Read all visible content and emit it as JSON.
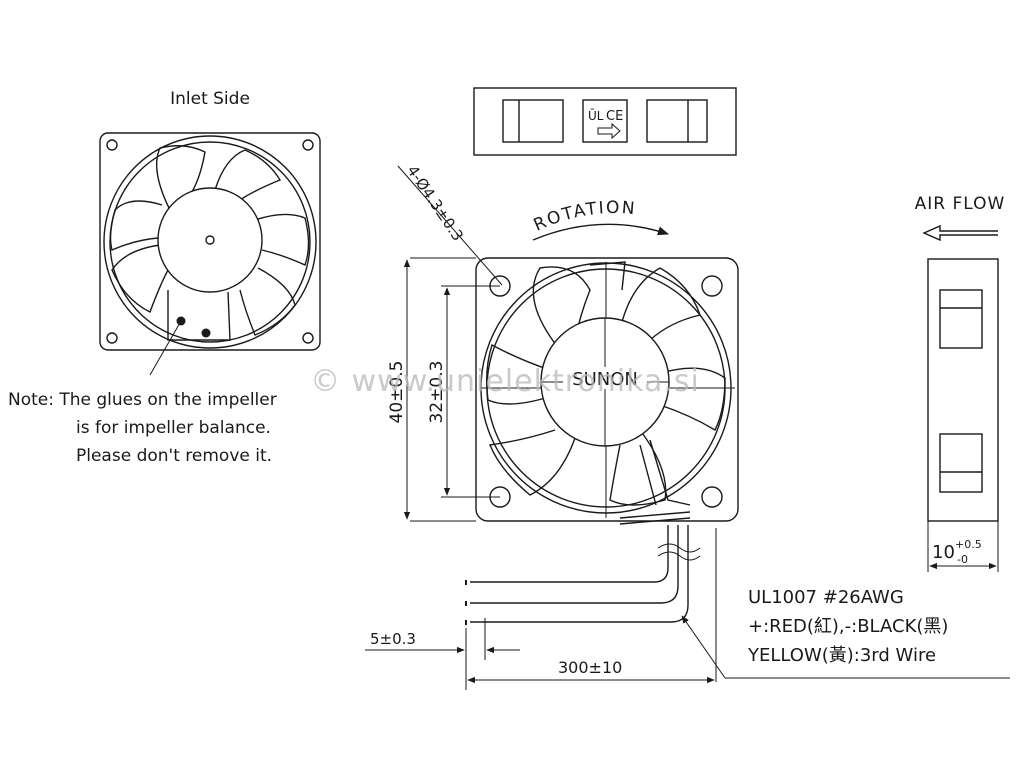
{
  "inlet_label": "Inlet Side",
  "note": {
    "line1": "Note: The glues on the impeller",
    "line2": "is for impeller balance.",
    "line3": "Please don't remove it."
  },
  "rotation_label": "ROTATION",
  "hole_spec": "4-Ø4.3±0.3",
  "brand_label": "SUNON",
  "dim_height": "40±0.5",
  "dim_holes": "32±0.3",
  "airflow_label": "AIR FLOW",
  "dim_thickness_base": "10",
  "dim_thickness_tol_upper": "+0.5",
  "dim_thickness_tol_lower": "-0",
  "dim_strip": "5±0.3",
  "dim_wire_length": "300±10",
  "wire_spec": {
    "line1": "UL1007  #26AWG",
    "line2": "+:RED(紅),-:BLACK(黑)",
    "line3": "YELLOW(黃):3rd  Wire"
  },
  "watermark": "© www.unielektronika.si",
  "colors": {
    "line": "#1a1a1a",
    "watermark": "#b9b9b9"
  }
}
